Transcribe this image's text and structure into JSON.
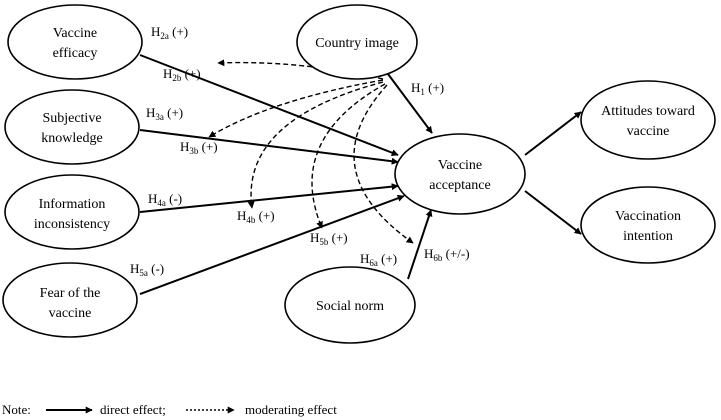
{
  "nodes": {
    "vaccine_efficacy": [
      "Vaccine",
      "efficacy"
    ],
    "subjective_knowledge": [
      "Subjective",
      "knowledge"
    ],
    "information_inconsistency": [
      "Information",
      "inconsistency"
    ],
    "fear_of_vaccine": [
      "Fear of the",
      "vaccine"
    ],
    "country_image": [
      "Country image"
    ],
    "vaccine_acceptance": [
      "Vaccine",
      "acceptance"
    ],
    "social_norm": [
      "Social norm"
    ],
    "attitudes_toward_vaccine": [
      "Attitudes toward",
      "vaccine"
    ],
    "vaccination_intention": [
      "Vaccination",
      "intention"
    ]
  },
  "hypotheses": [
    {
      "id": "h2a",
      "main": "H",
      "sub": "2a",
      "sign": " (+)"
    },
    {
      "id": "h2b",
      "main": "H",
      "sub": "2b",
      "sign": " (+)"
    },
    {
      "id": "h1",
      "main": "H",
      "sub": "1",
      "sign": " (+)"
    },
    {
      "id": "h3a",
      "main": "H",
      "sub": "3a",
      "sign": " (+)"
    },
    {
      "id": "h3b",
      "main": "H",
      "sub": "3b",
      "sign": " (+)"
    },
    {
      "id": "h4a",
      "main": "H",
      "sub": "4a",
      "sign": " (-)"
    },
    {
      "id": "h4b",
      "main": "H",
      "sub": "4b",
      "sign": " (+)"
    },
    {
      "id": "h5a",
      "main": "H",
      "sub": "5a",
      "sign": " (-)"
    },
    {
      "id": "h5b",
      "main": "H",
      "sub": "5b",
      "sign": " (+)"
    },
    {
      "id": "h6a",
      "main": "H",
      "sub": "6a",
      "sign": " (+)"
    },
    {
      "id": "h6b",
      "main": "H",
      "sub": "6b",
      "sign": " (+/-)"
    }
  ],
  "note": {
    "prefix": "Note:",
    "direct_label": "direct effect;",
    "moderating_label": "moderating effect"
  }
}
